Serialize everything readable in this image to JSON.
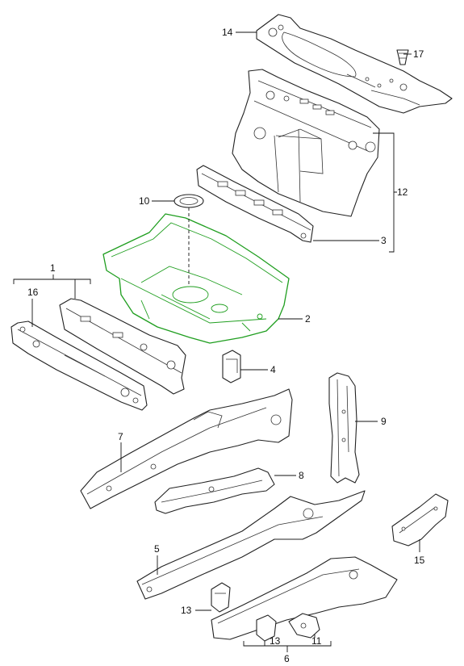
{
  "diagram": {
    "highlight_color": "#1f9e1f",
    "line_color": "#222222",
    "callouts": {
      "c1": "1",
      "c2": "2",
      "c3": "3",
      "c4": "4",
      "c5": "5",
      "c6": "6",
      "c7": "7",
      "c8": "8",
      "c9": "9",
      "c10": "10",
      "c11": "11",
      "c12": "12",
      "c13a": "13",
      "c13b": "13",
      "c14": "14",
      "c15": "15",
      "c16": "16",
      "c17": "17"
    }
  }
}
